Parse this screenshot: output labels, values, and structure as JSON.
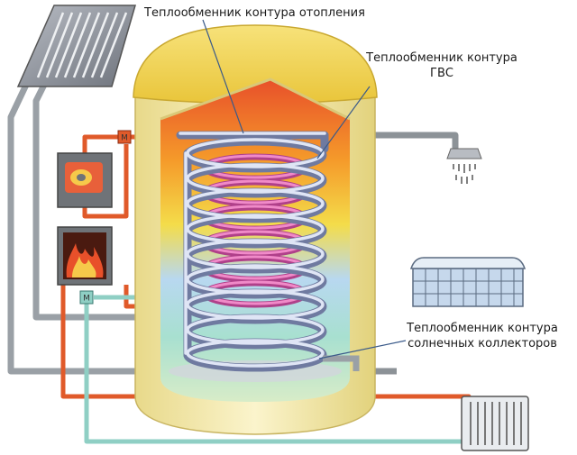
{
  "labels": {
    "heating_exchanger": "Теплообменник контура отопления",
    "dhw_exchanger_line1": "Теплообменник контура",
    "dhw_exchanger_line2": "ГВС",
    "solar_exchanger_line1": "Теплообменник контура",
    "solar_exchanger_line2": "солнечных коллекторов"
  },
  "valve_labels": {
    "top_valve": "M",
    "bottom_valve": "M"
  },
  "colors": {
    "hot_pipe": "#e05a2a",
    "return_pipe": "#8fcfc4",
    "gray_pipe": "#9aa0a6",
    "tank_shell": "#f4e9b0",
    "tank_cap": "#f2d65a",
    "coil": "#c6cfe8",
    "coil_inner": "#e060a8"
  },
  "icons": [
    "solar-panel-icon",
    "boiler-icon",
    "flame-icon",
    "shower-icon",
    "bathtub-icon",
    "radiator-icon"
  ]
}
